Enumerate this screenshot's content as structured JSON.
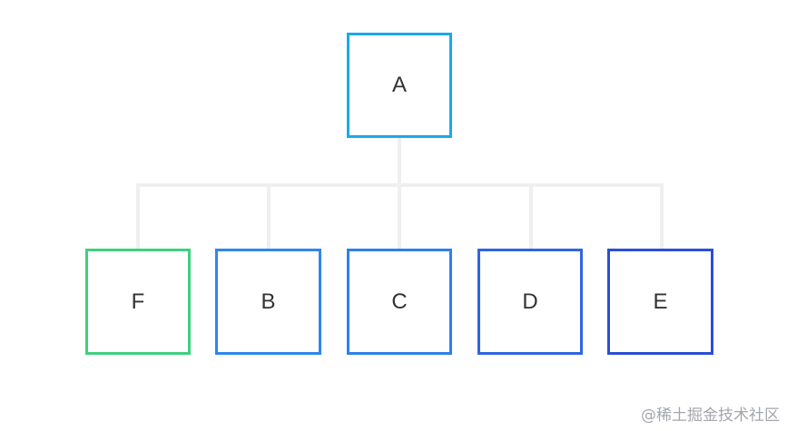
{
  "diagram": {
    "root": {
      "label": "A",
      "color": "#1aa9e8"
    },
    "children": [
      {
        "label": "F",
        "color": "#3fd07f"
      },
      {
        "label": "B",
        "color": "#2f86ee"
      },
      {
        "label": "C",
        "color": "#2f80ea"
      },
      {
        "label": "D",
        "color": "#2f65e0"
      },
      {
        "label": "E",
        "color": "#2a4fd6"
      }
    ],
    "connector_color": "#eeeff0"
  },
  "watermark": "@稀土掘金技术社区"
}
